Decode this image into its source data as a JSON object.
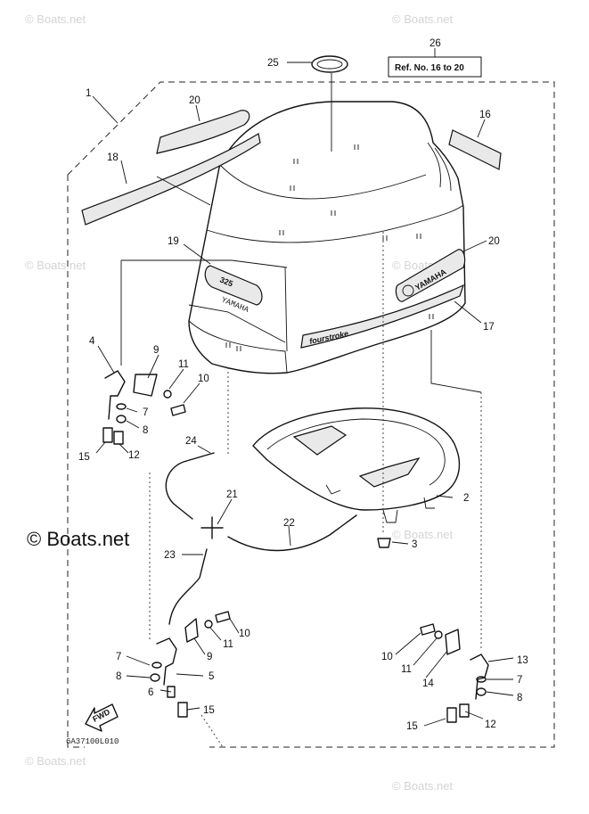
{
  "watermark": {
    "small": "© Boats.net",
    "large": "© Boats.net"
  },
  "reference_box": "Ref. No. 16 to 20",
  "drawing_code": "6A37100L010",
  "direction_label": "FWD",
  "cowling_logos": {
    "badge": "325",
    "brand": "YAMAHA",
    "small_brand": "YAMAHA",
    "stripe": "fourstroke"
  },
  "callouts": [
    {
      "id": "c1",
      "label": "1"
    },
    {
      "id": "c2",
      "label": "2"
    },
    {
      "id": "c3",
      "label": "3"
    },
    {
      "id": "c4",
      "label": "4"
    },
    {
      "id": "c5",
      "label": "5"
    },
    {
      "id": "c6",
      "label": "6"
    },
    {
      "id": "c7a",
      "label": "7"
    },
    {
      "id": "c7b",
      "label": "7"
    },
    {
      "id": "c7c",
      "label": "7"
    },
    {
      "id": "c8a",
      "label": "8"
    },
    {
      "id": "c8b",
      "label": "8"
    },
    {
      "id": "c8c",
      "label": "8"
    },
    {
      "id": "c9a",
      "label": "9"
    },
    {
      "id": "c9b",
      "label": "9"
    },
    {
      "id": "c10a",
      "label": "10"
    },
    {
      "id": "c10b",
      "label": "10"
    },
    {
      "id": "c10c",
      "label": "10"
    },
    {
      "id": "c11a",
      "label": "11"
    },
    {
      "id": "c11b",
      "label": "11"
    },
    {
      "id": "c11c",
      "label": "11"
    },
    {
      "id": "c12a",
      "label": "12"
    },
    {
      "id": "c12b",
      "label": "12"
    },
    {
      "id": "c13",
      "label": "13"
    },
    {
      "id": "c14",
      "label": "14"
    },
    {
      "id": "c15a",
      "label": "15"
    },
    {
      "id": "c15b",
      "label": "15"
    },
    {
      "id": "c15c",
      "label": "15"
    },
    {
      "id": "c16",
      "label": "16"
    },
    {
      "id": "c17",
      "label": "17"
    },
    {
      "id": "c18",
      "label": "18"
    },
    {
      "id": "c19",
      "label": "19"
    },
    {
      "id": "c20a",
      "label": "20"
    },
    {
      "id": "c20b",
      "label": "20"
    },
    {
      "id": "c21",
      "label": "21"
    },
    {
      "id": "c22",
      "label": "22"
    },
    {
      "id": "c23",
      "label": "23"
    },
    {
      "id": "c24",
      "label": "24"
    },
    {
      "id": "c25",
      "label": "25"
    },
    {
      "id": "c26",
      "label": "26"
    }
  ]
}
